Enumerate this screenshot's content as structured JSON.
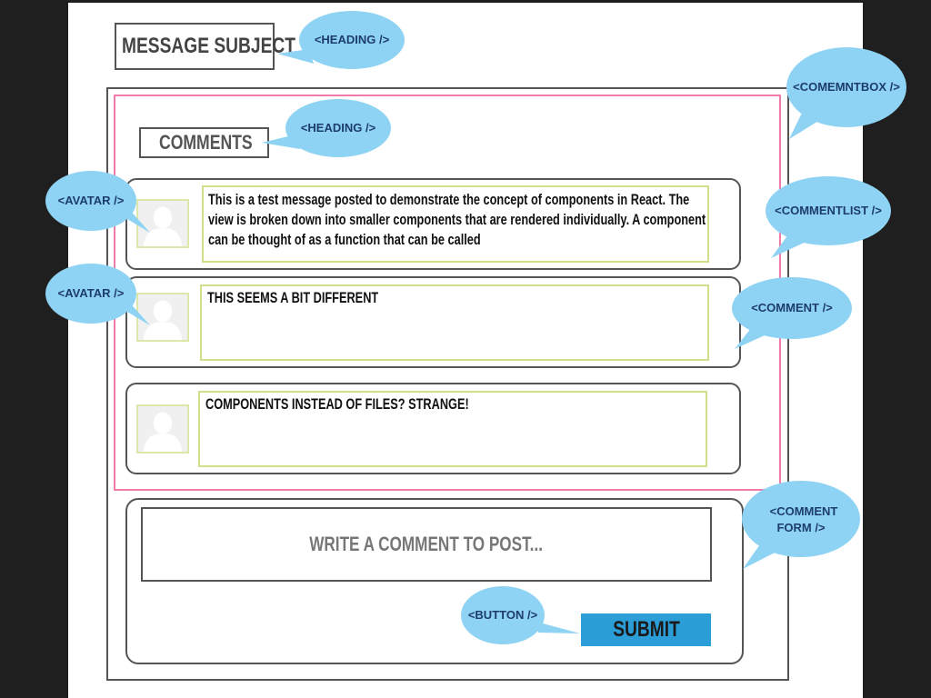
{
  "message_subject": "MESSAGE SUBJECT",
  "comments_heading": "COMMENTS",
  "comments": [
    {
      "text": "This is a test message posted to demonstrate the concept of components in React. The view is broken down into smaller components that are rendered individually. A component can be thought of as a function that can be called"
    },
    {
      "text": "THIS SEEMS A BIT DIFFERENT"
    },
    {
      "text": "COMPONENTS INSTEAD OF FILES? STRANGE!"
    }
  ],
  "comment_form": {
    "placeholder": "WRITE A COMMENT TO POST...",
    "submit_label": "SUBMIT"
  },
  "callouts": {
    "heading_subject": "<HEADING />",
    "heading_comments": "<HEADING />",
    "commentbox": "<COMEMNTBOX />",
    "commentlist": "<COMMENTLIST />",
    "avatar_1": "<AVATAR />",
    "avatar_2": "<AVATAR />",
    "comment": "<COMMENT />",
    "comment_form_line1": "<COMMENT",
    "comment_form_line2": "FORM />",
    "button": "<BUTTON />"
  },
  "colors": {
    "callout_fill": "#8fd3f4",
    "commentlist_border": "#f07aaa",
    "comment_text_border": "#cfe08a",
    "submit_button": "#2b9ed8",
    "background": "#1f1f1f"
  }
}
